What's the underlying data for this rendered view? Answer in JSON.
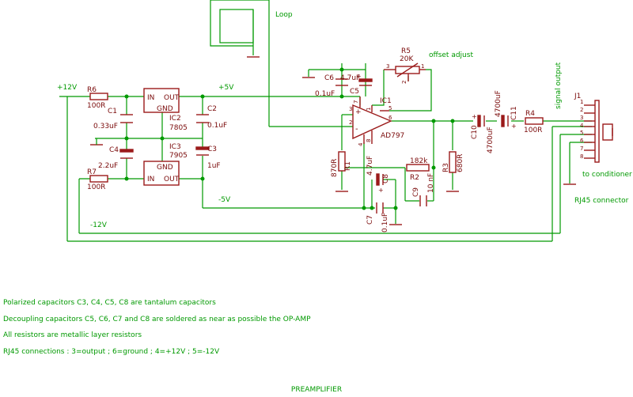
{
  "labels": {
    "loop": "Loop",
    "offset_adjust": "offset adjust",
    "plus12v": "+12V",
    "plus5v": "+5V",
    "minus5v": "-5V",
    "minus12v": "-12V",
    "signal_output": "signal output",
    "to_conditioner": "to conditioner",
    "rj45_connector": "RJ45 connector"
  },
  "components": {
    "r6": {
      "name": "R6",
      "value": "100R"
    },
    "r7": {
      "name": "R7",
      "value": "100R"
    },
    "r5": {
      "name": "R5",
      "value": "20K"
    },
    "r1": {
      "name": "R1",
      "value": "870R"
    },
    "r2": {
      "name": "R2",
      "value": "182k"
    },
    "r3": {
      "name": "R3",
      "value": "680R"
    },
    "r4": {
      "name": "R4",
      "value": "100R"
    },
    "c1": {
      "name": "C1",
      "value": "0.33uF"
    },
    "c2": {
      "name": "C2",
      "value": "0.1uF"
    },
    "c3": {
      "name": "C3",
      "value": "1uF"
    },
    "c4": {
      "name": "C4",
      "value": "2.2uF"
    },
    "c5": {
      "name": "C5",
      "value": "4.7uF"
    },
    "c6": {
      "name": "C6",
      "value": "0.1uF"
    },
    "c7": {
      "name": "C7",
      "value": "0.1uF"
    },
    "c8": {
      "name": "C8",
      "value": "4.7uF"
    },
    "c9": {
      "name": "C9",
      "value": "10 nF"
    },
    "c10": {
      "name": "C10",
      "value": "4700uF"
    },
    "c11": {
      "name": "C11",
      "value": "4700uF"
    },
    "ic1": {
      "name": "IC1",
      "part": "AD797"
    },
    "ic2": {
      "name": "IC2",
      "part": "7805",
      "in": "IN",
      "out": "OUT",
      "gnd": "GND"
    },
    "ic3": {
      "name": "IC3",
      "part": "7905",
      "in": "IN",
      "out": "OUT",
      "gnd": "GND"
    },
    "j1": {
      "name": "J1"
    }
  },
  "pins": {
    "ic1": [
      "3",
      "2",
      "7",
      "4",
      "8",
      "1",
      "5",
      "6"
    ],
    "r5": [
      "3",
      "2",
      "1"
    ],
    "j1": [
      "1",
      "2",
      "3",
      "4",
      "5",
      "6",
      "7",
      "8"
    ],
    "plus": "+",
    "minus": "-"
  },
  "notes": [
    "Polarized capacitors C3, C4, C5, C8 are tantalum capacitors",
    "Decoupling capacitors C5, C6, C7 and C8 are soldered as near as possible the OP-AMP",
    "All resistors are metallic layer resistors",
    "RJ45 connections : 3=output ; 6=ground ; 4=+12V ; 5=-12V"
  ],
  "footer": "PREAMPLIFIER"
}
